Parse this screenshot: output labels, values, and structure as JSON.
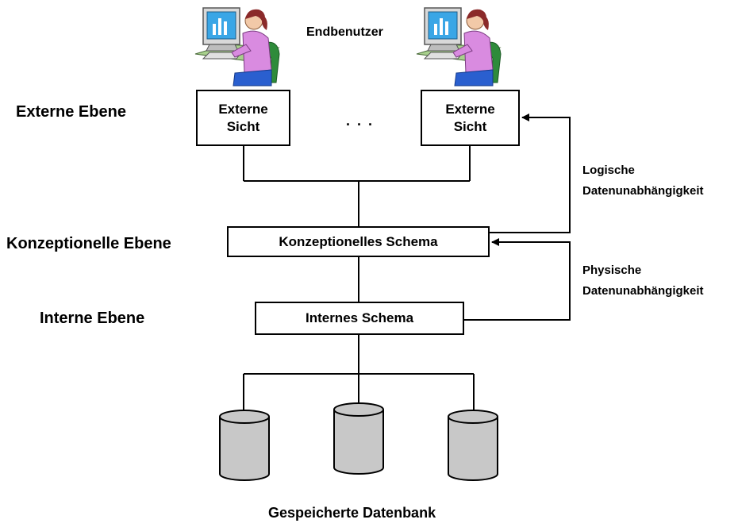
{
  "end_user_label": "Endbenutzer",
  "levels": {
    "external": "Externe Ebene",
    "conceptual": "Konzeptionelle Ebene",
    "internal": "Interne Ebene"
  },
  "external_views": [
    {
      "line1": "Externe",
      "line2": "Sicht"
    },
    {
      "line1": "Externe",
      "line2": "Sicht"
    }
  ],
  "ellipsis": ". . .",
  "conceptual_schema": "Konzeptionelles Schema",
  "internal_schema": "Internes Schema",
  "logical_independence": {
    "line1": "Logische",
    "line2": "Datenunabhängigkeit"
  },
  "physical_independence": {
    "line1": "Physische",
    "line2": "Datenunabhängigkeit"
  },
  "storage_label": "Gespeicherte Datenbank",
  "colors": {
    "cylinder_fill": "#c8c8c8",
    "monitor_screen": "#3aa6e6",
    "person_shirt": "#d98be0",
    "person_hair": "#8b2a2a",
    "chair": "#2e8b3a",
    "desk": "#a8d08d"
  }
}
